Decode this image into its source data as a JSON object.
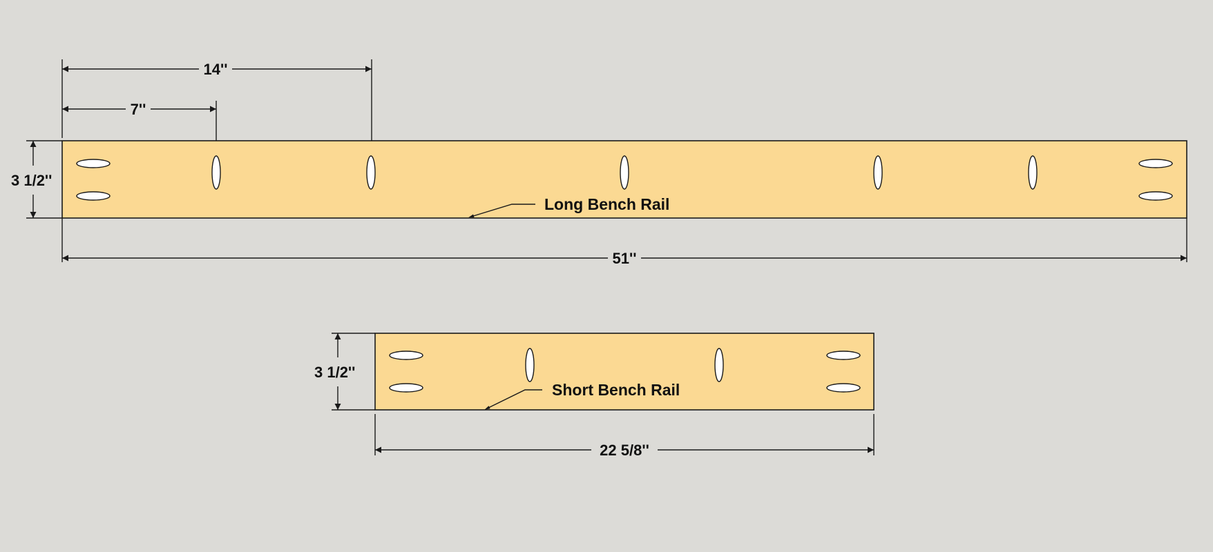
{
  "colors": {
    "background": "#dcdbd7",
    "wood": "#fbd993",
    "line": "#1a1a1a",
    "hole": "#ffffff"
  },
  "long_rail": {
    "label": "Long Bench Rail",
    "width_dim": "51''",
    "height_dim": "3 1/2''",
    "offset_dim_1": "7''",
    "offset_dim_2": "14''"
  },
  "short_rail": {
    "label": "Short Bench Rail",
    "width_dim": "22 5/8''",
    "height_dim": "3 1/2''"
  }
}
